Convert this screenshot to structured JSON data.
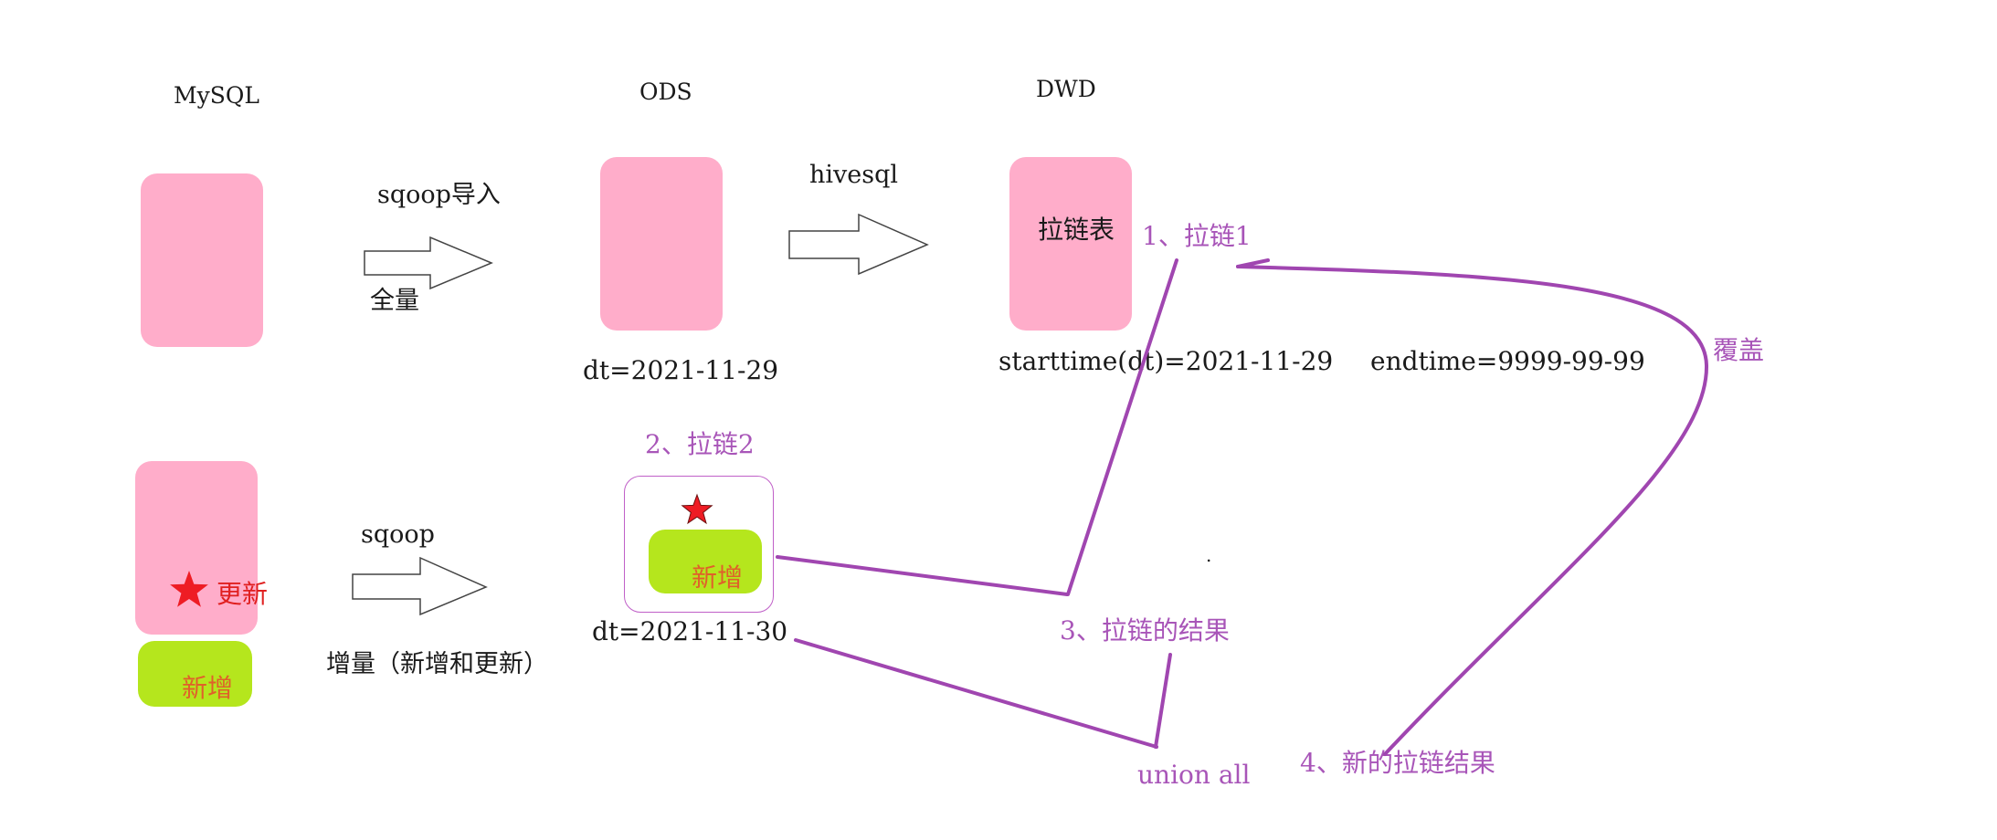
{
  "columns": {
    "mysql": "MySQL",
    "ods": "ODS",
    "dwd": "DWD"
  },
  "top_row": {
    "arrow1_label": "sqoop导入",
    "arrow1_sublabel": "全量",
    "arrow2_label": "hivesql",
    "dwd_table_label": "拉链表",
    "ods_partition": "dt=2021-11-29",
    "dwd_starttime": "starttime(dt)=2021-11-29",
    "dwd_endtime": "endtime=9999-99-99"
  },
  "bottom_row": {
    "updated_label": "更新",
    "new_label_mysql": "新增",
    "arrow_label": "sqoop",
    "arrow_sublabel": "增量（新增和更新）",
    "new_label_ods": "新增",
    "ods_partition": "dt=2021-11-30"
  },
  "steps": {
    "step1": "1、拉链1",
    "step2": "2、拉链2",
    "step3": "3、拉链的结果",
    "union": "union all",
    "step4": "4、新的拉链结果",
    "overwrite": "覆盖"
  },
  "stray_dot": "."
}
